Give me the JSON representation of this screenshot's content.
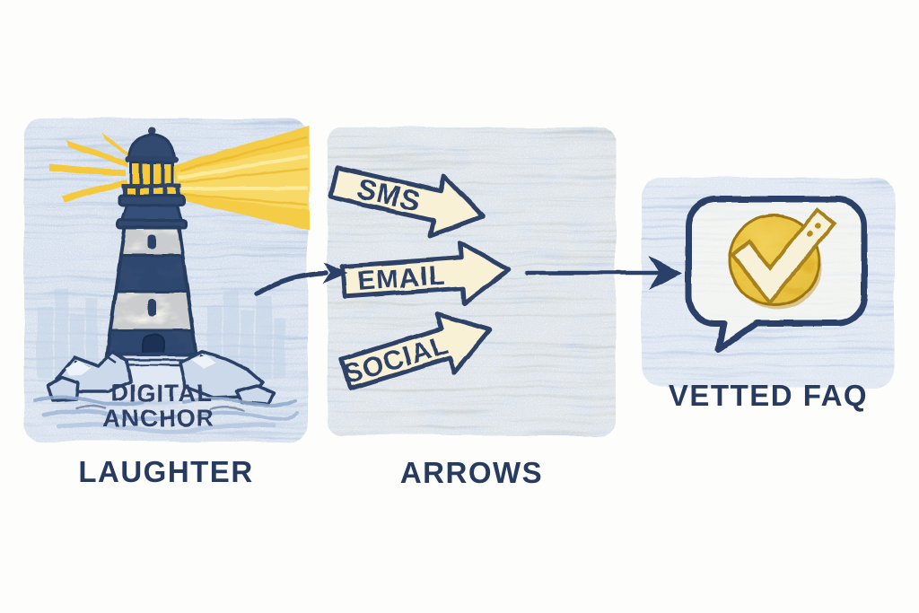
{
  "colors": {
    "navy": "#2c4067",
    "text_navy": "#273a5f",
    "panel_blue": "#c6d6ea",
    "beam_yellow": "#f6ca3c",
    "cream": "#f8f1d6",
    "gold": "#e2b42a",
    "gold_dark": "#a8821a",
    "background": "#fdfdfb"
  },
  "diagram": {
    "source": {
      "icon": "lighthouse",
      "caption_line1": "DIGITAL",
      "caption_line2": "ANCHOR",
      "label": "LAUGHTER"
    },
    "channels": {
      "label": "ARROWS",
      "items": [
        {
          "label": "SMS"
        },
        {
          "label": "EMAIL"
        },
        {
          "label": "SOCIAL"
        }
      ]
    },
    "result": {
      "icon": "checkmark-speech-bubble",
      "label": "VETTED FAQ"
    }
  }
}
